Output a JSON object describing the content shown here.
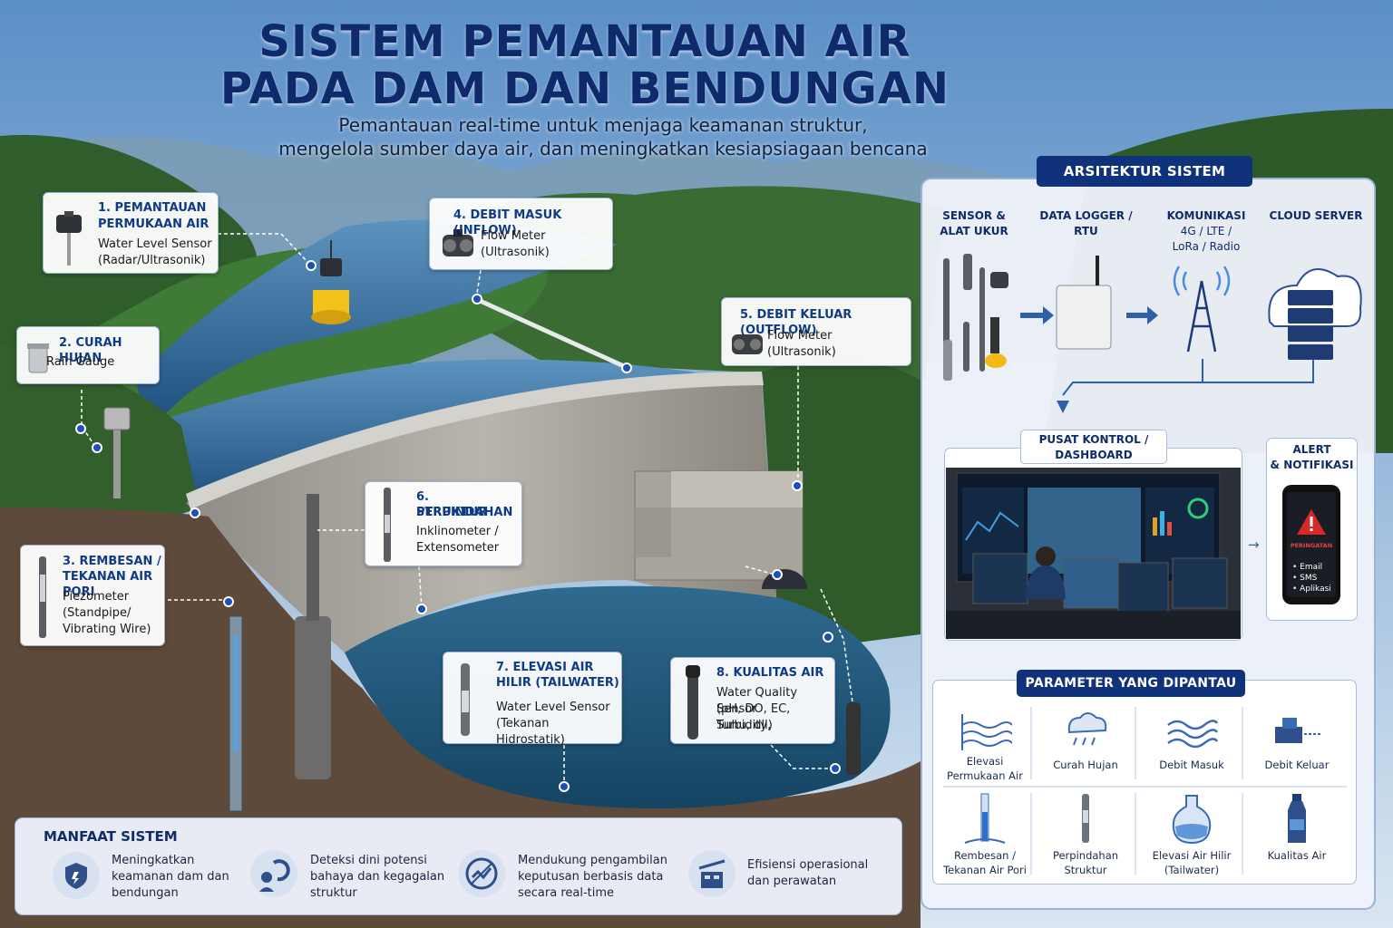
{
  "header": {
    "title_line1": "SISTEM PEMANTAUAN AIR",
    "title_line2": "PADA DAM DAN BENDUNGAN",
    "subtitle_line1": "Pemantauan real-time untuk menjaga keamanan struktur,",
    "subtitle_line2": "mengelola sumber daya air, dan meningkatkan kesiapsiagaan bencana"
  },
  "sensors": [
    {
      "title1": "1. PEMANTAUAN",
      "title2": "PERMUKAAN AIR",
      "desc1": "Water Level Sensor",
      "desc2": "(Radar/Ultrasonik)"
    },
    {
      "title1": "2. CURAH HUJAN",
      "title2": "",
      "desc1": "Rain Gauge",
      "desc2": ""
    },
    {
      "title1": "3. REMBESAN /",
      "title2": "TEKANAN AIR PORI",
      "desc1": "Piezometer",
      "desc2": "(Standpipe/",
      "desc3": "Vibrating Wire)"
    },
    {
      "title1": "4.   DEBIT MASUK (INFLOW)",
      "title2": "",
      "desc1": "Flow Meter",
      "desc2": "(Ultrasonik)"
    },
    {
      "title1": "5.   DEBIT KELUAR (OUTFLOW)",
      "title2": "",
      "desc1": "Flow Meter",
      "desc2": "(Ultrasonik)"
    },
    {
      "title1": "6. PERPINDAHAN",
      "title2": "STRUKTUR",
      "desc1": "Inklinometer /",
      "desc2": "Extensometer"
    },
    {
      "title1": "7. ELEVASI AIR",
      "title2": "HILIR (TAILWATER)",
      "desc1": "Water Level Sensor",
      "desc2": "(Tekanan Hidrostatik)"
    },
    {
      "title1": "8. KUALITAS AIR",
      "title2": "",
      "desc1": "Water Quality Sensor",
      "desc2": "(pH, DO, EC, Turbidity,",
      "desc3": "Suhu, dll)"
    }
  ],
  "architecture": {
    "title": "ARSITEKTUR SISTEM",
    "col1": [
      "SENSOR &",
      "ALAT UKUR"
    ],
    "col2": [
      "DATA LOGGER /",
      "RTU"
    ],
    "col3": [
      "KOMUNIKASI",
      "4G / LTE /",
      "LoRa / Radio"
    ],
    "col4": [
      "CLOUD SERVER"
    ],
    "dashboard": [
      "PUSAT KONTROL /",
      "DASHBOARD"
    ],
    "alert": [
      "ALERT",
      "& NOTIFIKASI"
    ],
    "phone_warning": "PERINGATAN",
    "phone_items": [
      "• Email",
      "• SMS",
      "• Aplikasi"
    ]
  },
  "parameters": {
    "title": "PARAMETER YANG DIPANTAU",
    "items": [
      [
        "Elevasi",
        "Permukaan Air"
      ],
      [
        "Curah Hujan"
      ],
      [
        "Debit Masuk"
      ],
      [
        "Debit Keluar"
      ],
      [
        "Rembesan /",
        "Tekanan Air Pori"
      ],
      [
        "Perpindahan",
        "Struktur"
      ],
      [
        "Elevasi Air Hilir",
        "(Tailwater)"
      ],
      [
        "Kualitas Air"
      ]
    ]
  },
  "benefits": {
    "title": "MANFAAT SISTEM",
    "items": [
      [
        "Meningkatkan",
        "keamanan dam dan",
        "bendungan"
      ],
      [
        "Deteksi dini potensi",
        "bahaya dan kegagalan",
        "struktur"
      ],
      [
        "Mendukung pengambilan",
        "keputusan berbasis data",
        "secara real-time"
      ],
      [
        "Efisiensi operasional",
        "dan perawatan"
      ]
    ]
  },
  "colors": {
    "navy": "#10327a",
    "accent": "#1f5fc4",
    "alert": "#d42a2a"
  }
}
